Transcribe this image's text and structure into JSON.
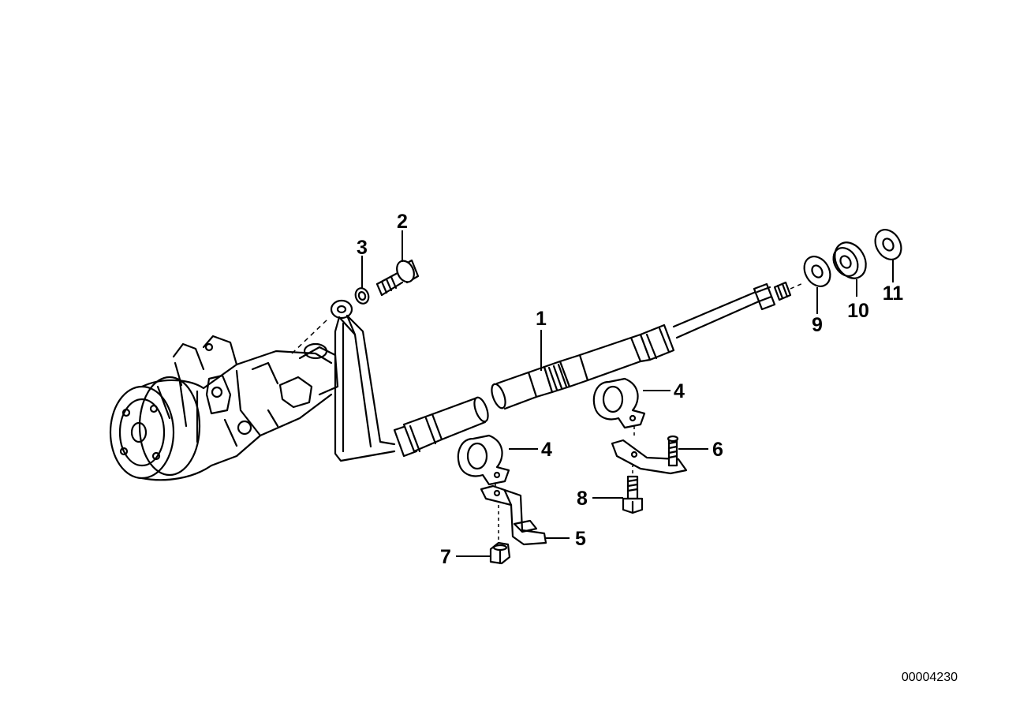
{
  "diagram": {
    "callouts": [
      {
        "id": "1",
        "label": "1"
      },
      {
        "id": "2",
        "label": "2"
      },
      {
        "id": "3",
        "label": "3"
      },
      {
        "id": "4a",
        "label": "4"
      },
      {
        "id": "4b",
        "label": "4"
      },
      {
        "id": "5",
        "label": "5"
      },
      {
        "id": "6",
        "label": "6"
      },
      {
        "id": "7",
        "label": "7"
      },
      {
        "id": "8",
        "label": "8"
      },
      {
        "id": "9",
        "label": "9"
      },
      {
        "id": "10",
        "label": "10"
      },
      {
        "id": "11",
        "label": "11"
      }
    ],
    "reference_number": "00004230"
  }
}
